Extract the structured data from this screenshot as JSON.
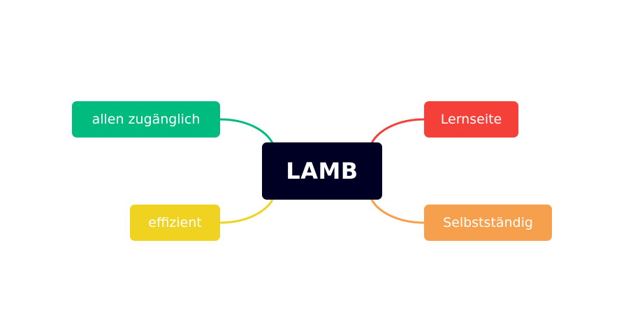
{
  "central": {
    "label": "LAMB",
    "color": "#000025"
  },
  "branches": [
    {
      "id": "green",
      "label": "allen zugänglich",
      "color": "#00BB7E"
    },
    {
      "id": "yellow",
      "label": "effizient",
      "color": "#F0D321"
    },
    {
      "id": "red",
      "label": "Lernseite",
      "color": "#F5403A"
    },
    {
      "id": "orange",
      "label": "Selbstständig",
      "color": "#F6A04D"
    }
  ]
}
